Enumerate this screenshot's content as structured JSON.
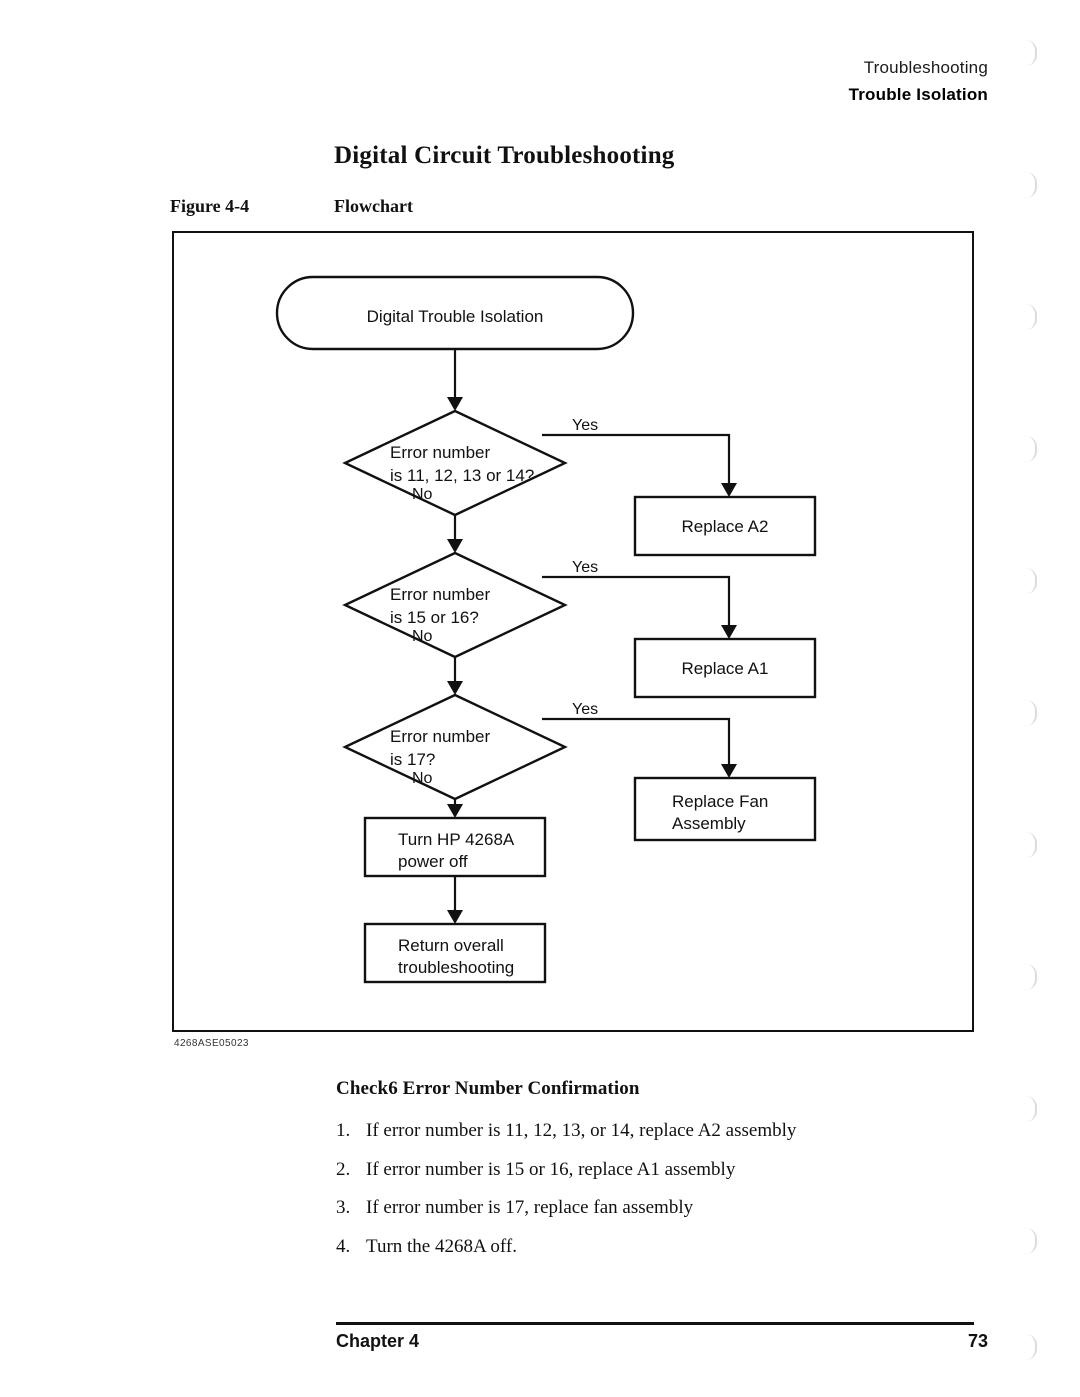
{
  "header": {
    "running_head": "Troubleshooting",
    "running_subhead": "Trouble Isolation"
  },
  "section": {
    "title": "Digital Circuit Troubleshooting"
  },
  "figure": {
    "label": "Figure 4-4",
    "caption": "Flowchart",
    "id_code": "4268ASE05023"
  },
  "flowchart": {
    "start": "Digital Trouble Isolation",
    "decision1_line1": "Error number",
    "decision1_line2": "is 11, 12, 13 or 14?",
    "decision2_line1": "Error number",
    "decision2_line2": "is 15 or 16?",
    "decision3_line1": "Error number",
    "decision3_line2": "is 17?",
    "yes1": "Yes",
    "yes2": "Yes",
    "yes3": "Yes",
    "no1": "No",
    "no2": "No",
    "no3": "No",
    "action1": "Replace A2",
    "action2": "Replace A1",
    "action3_line1": "Replace Fan",
    "action3_line2": "Assembly",
    "action4_line1": "Turn HP 4268A",
    "action4_line2": "power off",
    "action5_line1": "Return overall",
    "action5_line2": "troubleshooting"
  },
  "check": {
    "heading": "Check6 Error Number Confirmation",
    "steps": [
      {
        "num": "1.",
        "text": "If error number is 11, 12, 13, or 14, replace A2 assembly"
      },
      {
        "num": "2.",
        "text": "If error number is 15 or 16, replace A1 assembly"
      },
      {
        "num": "3.",
        "text": "If error number is 17, replace fan assembly"
      },
      {
        "num": "4.",
        "text": "Turn the 4268A off."
      }
    ]
  },
  "footer": {
    "chapter": "Chapter 4",
    "page_number": "73"
  },
  "colors": {
    "ink": "#111111",
    "paper": "#ffffff"
  }
}
